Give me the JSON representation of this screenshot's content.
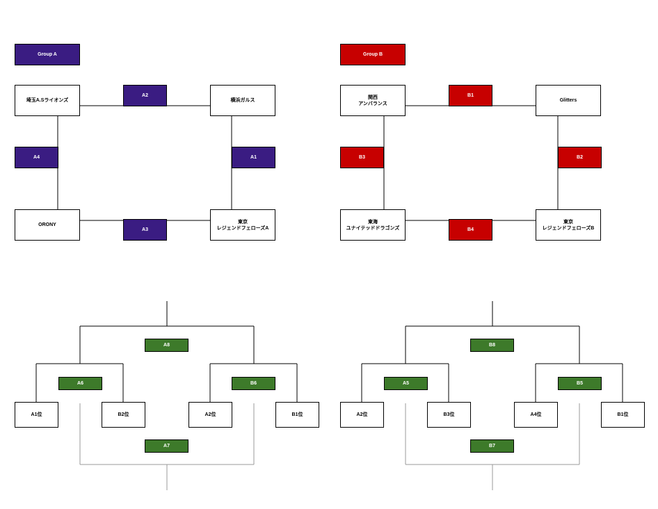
{
  "colors": {
    "groupA": "#3a1c82",
    "groupB": "#c70000",
    "bracket": "#3d7a2a"
  },
  "groupA": {
    "header": "Group A",
    "teams": [
      "埼玉A.Sライオンズ",
      "横浜ガルス",
      "ORONY",
      "東京\nレジェンドフェローズA"
    ],
    "matches": [
      "A1",
      "A2",
      "A3",
      "A4"
    ]
  },
  "groupB": {
    "header": "Group B",
    "teams": [
      "関西\nアンバランス",
      "Glitters",
      "東海\nユナイテッドドラゴンズ",
      "東京\nレジェンドフェローズB"
    ],
    "matches": [
      "B1",
      "B2",
      "B3",
      "B4"
    ]
  },
  "bracketA": {
    "seeds": [
      "A1位",
      "B2位",
      "A2位",
      "B1位"
    ],
    "semi_left": "A6",
    "semi_right": "B6",
    "final": "A8",
    "third": "A7"
  },
  "bracketB": {
    "seeds": [
      "A2位",
      "B3位",
      "A4位",
      "B1位"
    ],
    "semi_left": "A5",
    "semi_right": "B5",
    "final": "B8",
    "third": "B7"
  }
}
